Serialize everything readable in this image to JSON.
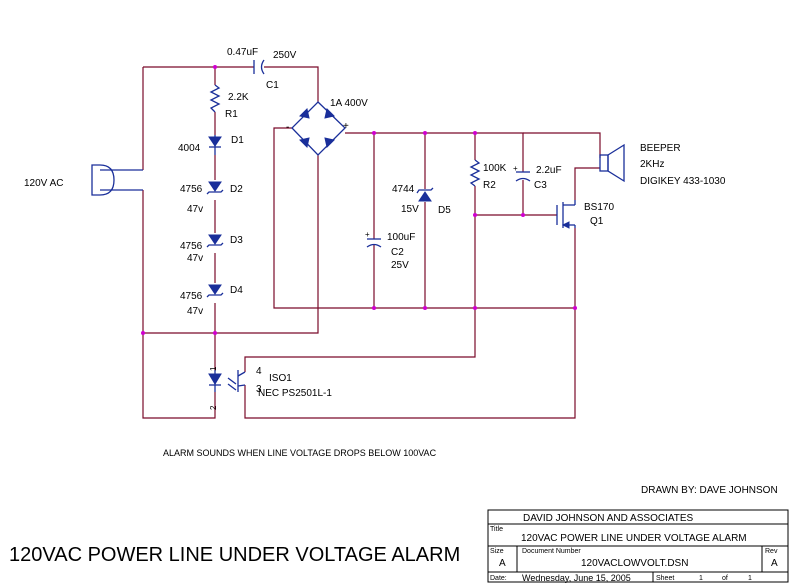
{
  "labels": {
    "cap_c1_value": "0.47uF",
    "cap_c1_voltage": "250V",
    "cap_c1_ref": "C1",
    "r1_value": "2.2K",
    "r1_ref": "R1",
    "bridge_rating": "1A 400V",
    "bridge_minus": "-",
    "bridge_plus": "+",
    "d1_part": "4004",
    "d1_ref": "D1",
    "d2_part": "4756",
    "d2_ref": "D2",
    "d2_volt": "47v",
    "d3_part": "4756",
    "d3_ref": "D3",
    "d3_volt": "47v",
    "d4_part": "4756",
    "d4_ref": "D4",
    "d4_volt": "47v",
    "ac_input": "120V AC",
    "c2_value": "100uF",
    "c2_ref": "C2",
    "c2_voltage": "25V",
    "d5_part": "4744",
    "d5_volt": "15V",
    "d5_ref": "D5",
    "r2_value": "100K",
    "r2_ref": "R2",
    "c3_value": "2.2uF",
    "c3_ref": "C3",
    "beeper": "BEEPER",
    "beeper_freq": "2KHz",
    "beeper_source": "DIGIKEY 433-1030",
    "q1_part": "BS170",
    "q1_ref": "Q1",
    "iso_ref": "ISO1",
    "iso_part": "NEC PS2501L-1",
    "iso_pin1": "1",
    "iso_pin2": "2",
    "iso_pin3": "3",
    "iso_pin4": "4",
    "note": "ALARM SOUNDS WHEN LINE VOLTAGE DROPS BELOW 100VAC",
    "drawn_by": "DRAWN BY:  DAVE JOHNSON",
    "page_title": "120VAC POWER LINE UNDER VOLTAGE ALARM"
  },
  "title_block": {
    "company": "DAVID JOHNSON AND ASSOCIATES",
    "title_label": "Title",
    "title": "120VAC POWER LINE UNDER VOLTAGE ALARM",
    "size_label": "Size",
    "size": "A",
    "docnum_label": "Document Number",
    "docnum": "120VACLOWVOLT.DSN",
    "rev_label": "Rev",
    "rev": "A",
    "date_label": "Date:",
    "date": "Wednesday, June 15, 2005",
    "sheet_label": "Sheet",
    "sheet": "1",
    "of_label": "of",
    "of": "1"
  }
}
